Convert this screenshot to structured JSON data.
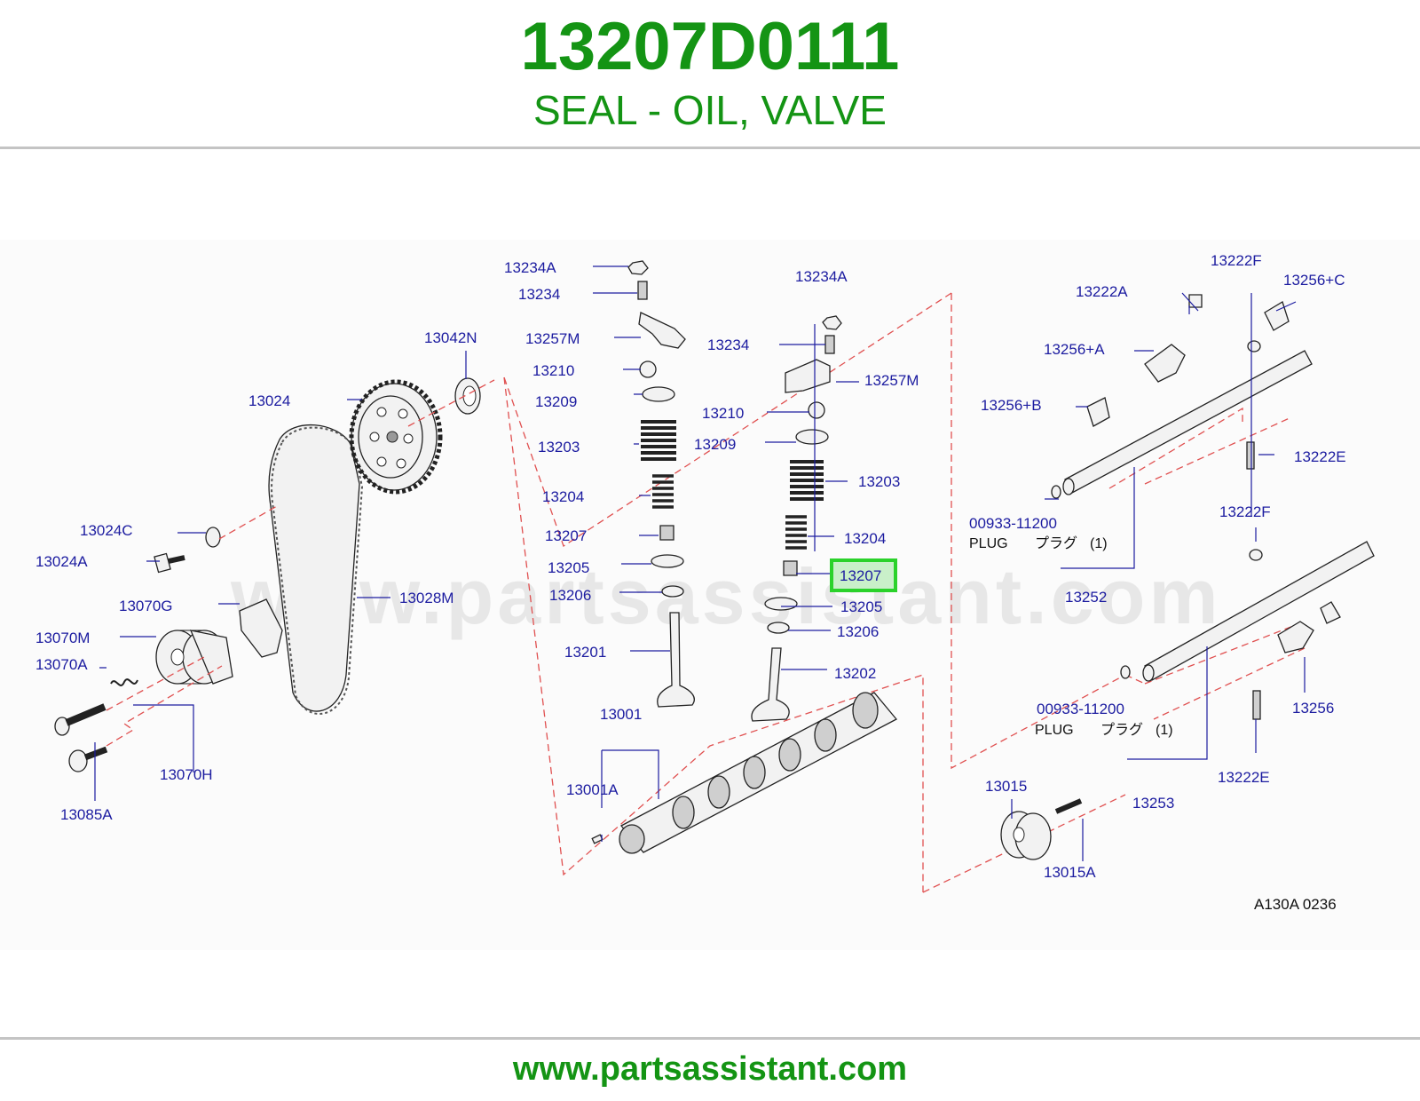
{
  "header": {
    "part_number": "13207D0111",
    "part_name": "SEAL - OIL, VALVE"
  },
  "footer": {
    "url": "www.partsassistant.com"
  },
  "diagram": {
    "watermark": "www.partsassistant.com",
    "code": "A130A   0236",
    "highlight_color": "#2bd22b",
    "label_color": "#1c1ca0",
    "leader_dash_color": "#e05050",
    "labels": {
      "l13234A_1": "13234A",
      "l13234_1": "13234",
      "l13257M_1": "13257M",
      "l13210_1": "13210",
      "l13209_1": "13209",
      "l13203_1": "13203",
      "l13204_1": "13204",
      "l13207_1": "13207",
      "l13205_1": "13205",
      "l13206_1": "13206",
      "l13201": "13201",
      "l13001": "13001",
      "l13001A": "13001A",
      "l13234A_2": "13234A",
      "l13234_2": "13234",
      "l13257M_2": "13257M",
      "l13210_2": "13210",
      "l13209_2": "13209",
      "l13203_2": "13203",
      "l13204_2": "13204",
      "l13207_2": "13207",
      "l13205_2": "13205",
      "l13206_2": "13206",
      "l13202": "13202",
      "l13042N": "13042N",
      "l13024": "13024",
      "l13024C": "13024C",
      "l13024A": "13024A",
      "l13070G": "13070G",
      "l13028M": "13028M",
      "l13070M": "13070M",
      "l13070A": "13070A",
      "l13070H": "13070H",
      "l13085A": "13085A",
      "l13222F_1": "13222F",
      "l13222A": "13222A",
      "l13256C": "13256+C",
      "l13256A": "13256+A",
      "l13256B": "13256+B",
      "l13222E_1": "13222E",
      "l00933_1": "00933-11200",
      "l13252": "13252",
      "l13222F_2": "13222F",
      "l00933_2": "00933-11200",
      "l13256": "13256",
      "l13253": "13253",
      "l13222E_2": "13222E",
      "l13015": "13015",
      "l13015A": "13015A"
    },
    "plug_notes": [
      {
        "word": "PLUG",
        "jp": "プラグ",
        "qty": "(1)"
      },
      {
        "word": "PLUG",
        "jp": "プラグ",
        "qty": "(1)"
      }
    ]
  }
}
